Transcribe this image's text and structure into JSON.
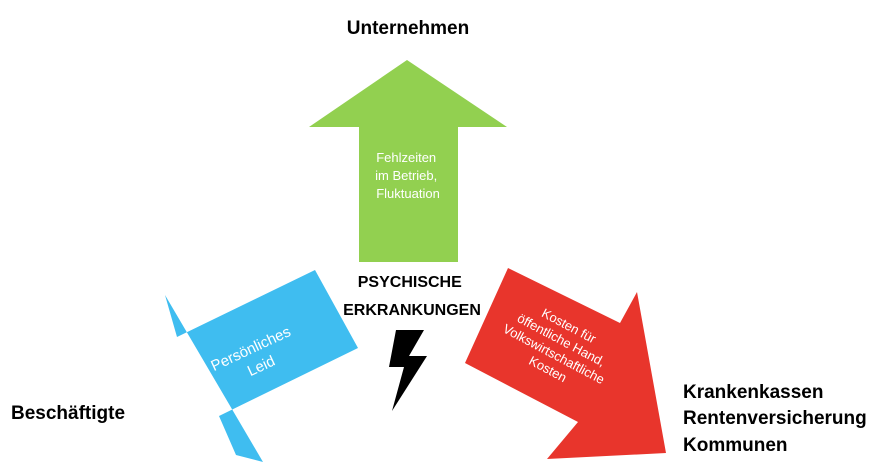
{
  "stakeholders": {
    "top": "Unternehmen",
    "left": "Beschäftigte",
    "right_line1": "Krankenkassen",
    "right_line2": "Rentenversicherung",
    "right_line3": "Kommunen"
  },
  "center": {
    "line1": "PSYCHISCHE",
    "line2": "ERKRANKUNGEN",
    "icon": "lightning-bolt-icon"
  },
  "arrows": {
    "up": {
      "line1": "Fehlzeiten",
      "line2": "im Betrieb,",
      "line3": "Fluktuation",
      "color": "#92d050"
    },
    "left": {
      "line1": "Persönliches",
      "line2": "Leid",
      "color": "#3fbdf0"
    },
    "right": {
      "line1": "Kosten für",
      "line2": "öffentliche Hand,",
      "line3": "Volkswirtschaftliche",
      "line4": "Kosten",
      "color": "#e8352c"
    }
  }
}
